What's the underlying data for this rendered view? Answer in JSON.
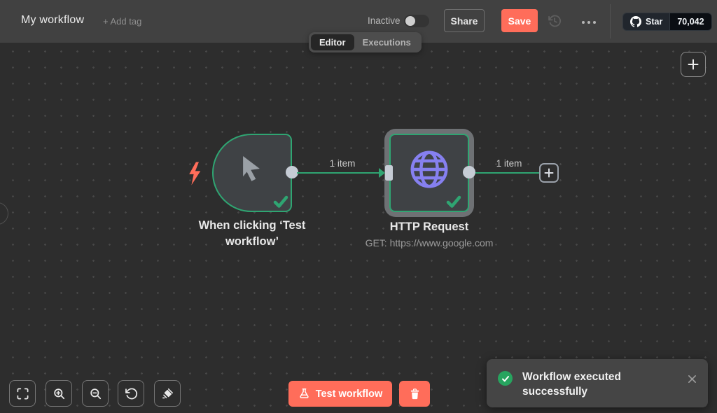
{
  "colors": {
    "accent": "#ff6d5a",
    "success": "#2fa572",
    "node_icon_purple": "#8680f0"
  },
  "header": {
    "title": "My workflow",
    "add_tag_label": "+ Add tag",
    "activation": {
      "label": "Inactive",
      "state": "off"
    },
    "share_label": "Share",
    "save_label": "Save",
    "github": {
      "star_label": "Star",
      "star_count": "70,042"
    }
  },
  "tabs": {
    "editor": "Editor",
    "executions": "Executions"
  },
  "canvas": {
    "trigger_node": {
      "title": "When clicking ‘Test workflow’"
    },
    "http_node": {
      "title": "HTTP Request",
      "subtitle": "GET: https://www.google.com"
    },
    "connection1": {
      "label": "1 item"
    },
    "connection2": {
      "label": "1 item"
    }
  },
  "footer": {
    "test_button_label": "Test workflow"
  },
  "toast": {
    "message": "Workflow executed successfully"
  }
}
